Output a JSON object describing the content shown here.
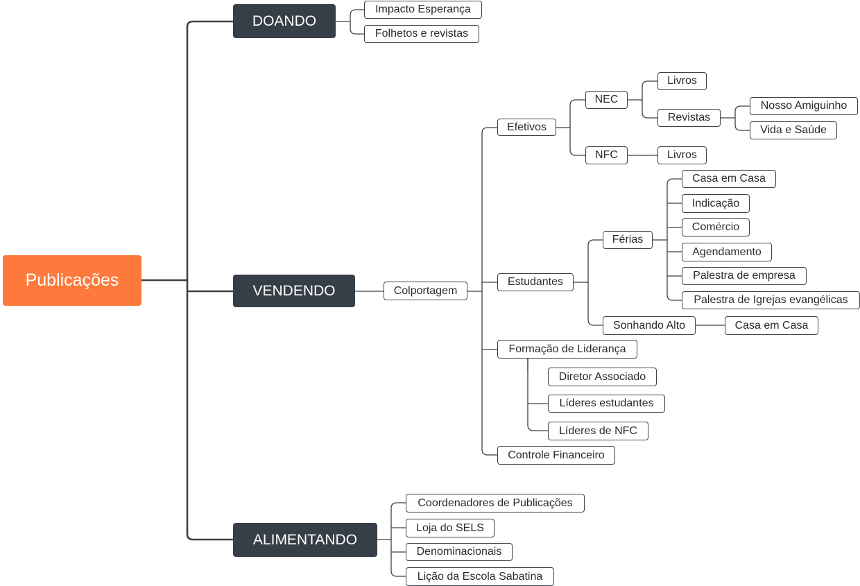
{
  "colors": {
    "root_fill": "#fd7a3c",
    "main_fill": "#363f47",
    "line": "#3a4148",
    "sub_border": "#3a4148"
  },
  "nodes": {
    "root": "Publicações",
    "doando": "DOANDO",
    "impacto": "Impacto Esperança",
    "folhetos": "Folhetos e revistas",
    "vendendo": "VENDENDO",
    "colportagem": "Colportagem",
    "efetivos": "Efetivos",
    "nec": "NEC",
    "nec_livros": "Livros",
    "nec_revistas": "Revistas",
    "nosso_amiguinho": "Nosso Amiguinho",
    "vida_saude": "Vida e Saúde",
    "nfc": "NFC",
    "nfc_livros": "Livros",
    "estudantes": "Estudantes",
    "ferias": "Férias",
    "casa_em_casa": "Casa em Casa",
    "indicacao": "Indicação",
    "comercio": "Comércio",
    "agendamento": "Agendamento",
    "palestra_empresa": "Palestra de empresa",
    "palestra_igrejas": "Palestra de Igrejas evangélicas",
    "sonhando_alto": "Sonhando Alto",
    "sonhando_casa": "Casa em Casa",
    "formacao": "Formação de Liderança",
    "diretor": "Diretor Associado",
    "lideres_estudantes": "Líderes estudantes",
    "lideres_nfc": "Líderes de NFC",
    "controle": "Controle Financeiro",
    "alimentando": "ALIMENTANDO",
    "coordenadores": "Coordenadores de Publicações",
    "loja": "Loja do SELS",
    "denominacionais": "Denominacionais",
    "licao": "Lição da Escola Sabatina"
  }
}
